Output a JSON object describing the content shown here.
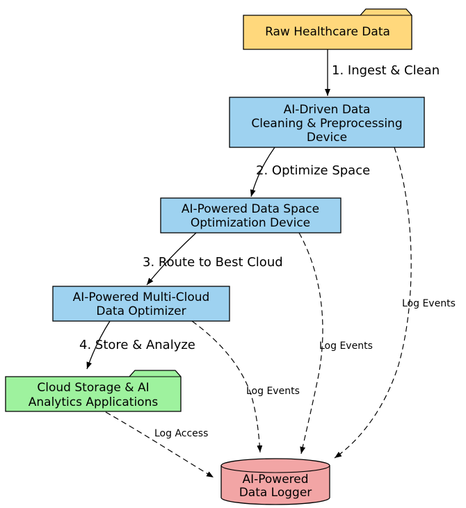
{
  "diagram": {
    "colors": {
      "raw_folder": "#ffd87c",
      "device_box": "#9ed2f0",
      "cloud_folder": "#9ef29e",
      "logger_cylinder": "#f2a5a5",
      "stroke": "#000000"
    },
    "nodes": {
      "raw": {
        "label": "Raw Healthcare Data"
      },
      "cleaning": {
        "line1": "AI-Driven Data",
        "line2": "Cleaning & Preprocessing",
        "line3": "Device"
      },
      "space": {
        "line1": "AI-Powered Data Space",
        "line2": "Optimization Device"
      },
      "multicloud": {
        "line1": "AI-Powered Multi-Cloud",
        "line2": "Data Optimizer"
      },
      "cloud": {
        "line1": "Cloud Storage & AI",
        "line2": "Analytics Applications"
      },
      "logger": {
        "line1": "AI-Powered",
        "line2": "Data Logger"
      }
    },
    "edges": {
      "ingest": {
        "label": "1. Ingest & Clean"
      },
      "optimize": {
        "label": "2. Optimize Space"
      },
      "route": {
        "label": "3. Route to Best Cloud"
      },
      "store": {
        "label": "4. Store & Analyze"
      },
      "log_events_cleaning": {
        "label": "Log Events"
      },
      "log_events_space": {
        "label": "Log Events"
      },
      "log_events_multicloud": {
        "label": "Log Events"
      },
      "log_access": {
        "label": "Log Access"
      }
    }
  }
}
